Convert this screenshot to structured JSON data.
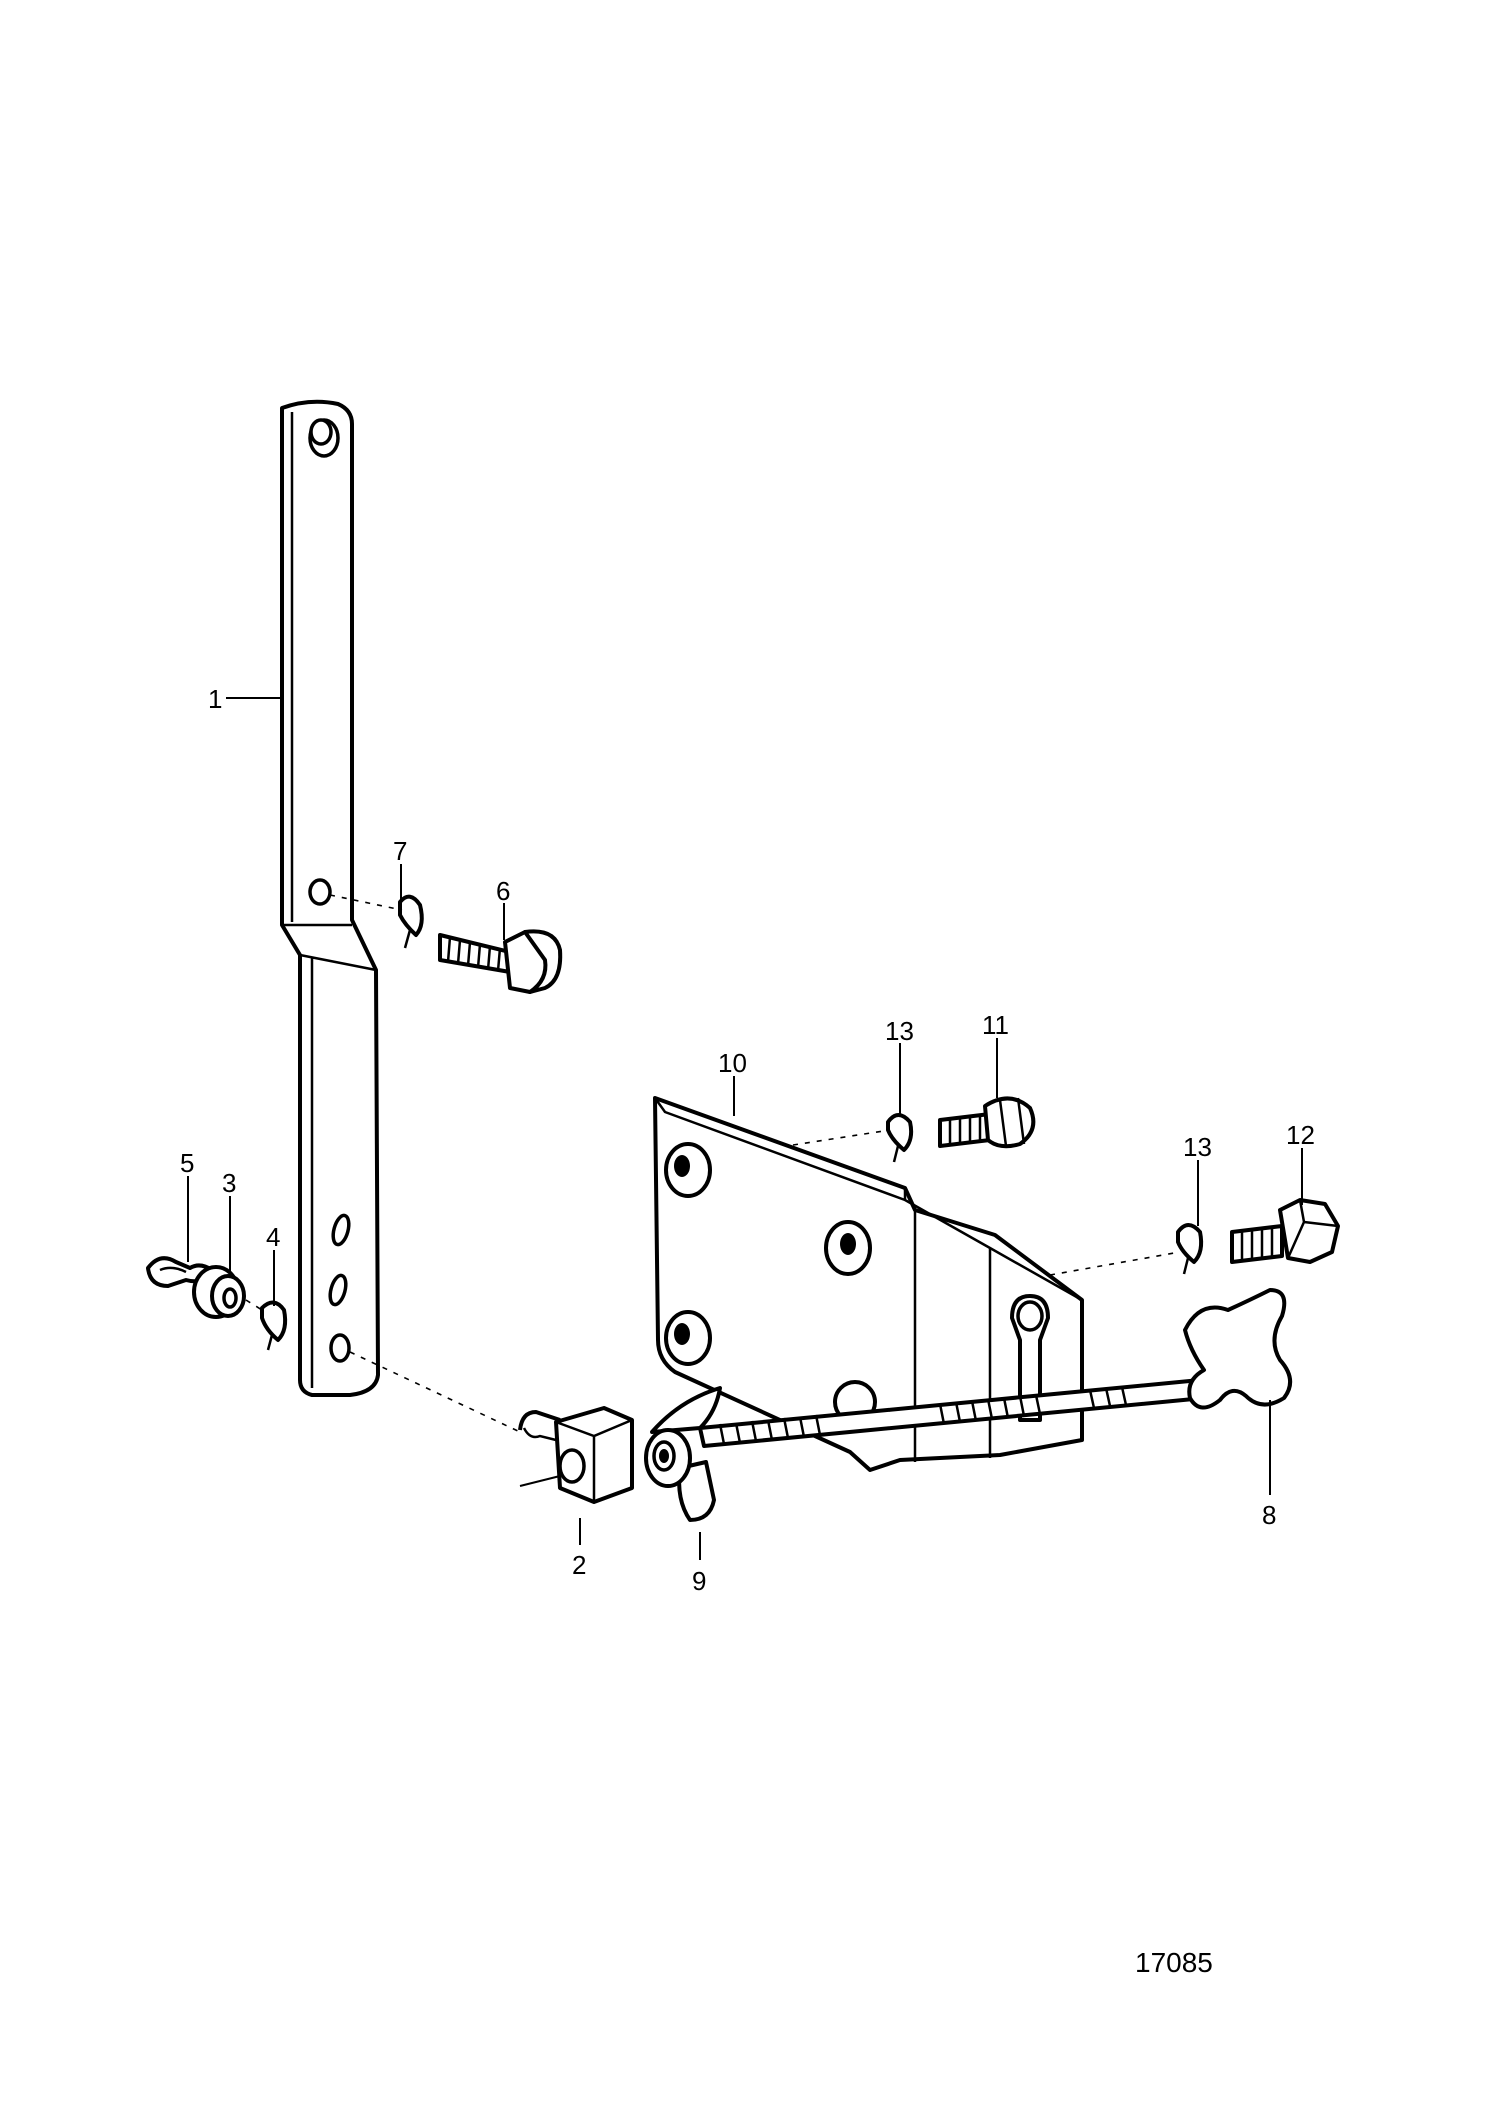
{
  "drawing_number": "17085",
  "callouts": {
    "c1": "1",
    "c2": "2",
    "c3": "3",
    "c4": "4",
    "c5": "5",
    "c6": "6",
    "c7": "7",
    "c8": "8",
    "c9": "9",
    "c10": "10",
    "c11": "11",
    "c12": "12",
    "c13a": "13",
    "c13b": "13"
  }
}
